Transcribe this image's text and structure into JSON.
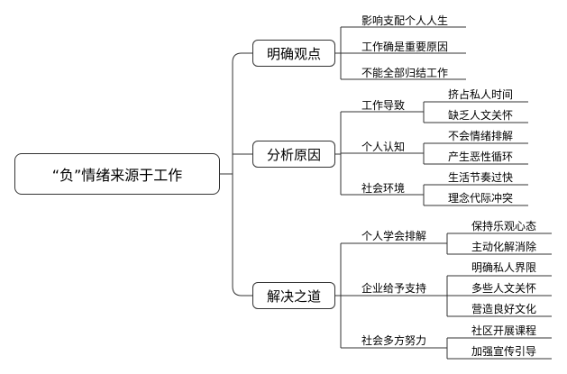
{
  "root": "“负”情绪来源于工作",
  "branches": [
    {
      "title": "明确观点",
      "leaves": [
        "影响支配个人人生",
        "工作确是重要原因",
        "不能全部归结工作"
      ]
    },
    {
      "title": "分析原因",
      "groups": [
        {
          "label": "工作导致",
          "leaves": [
            "挤占私人时间",
            "缺乏人文关怀"
          ]
        },
        {
          "label": "个人认知",
          "leaves": [
            "不会情绪排解",
            "产生恶性循环"
          ]
        },
        {
          "label": "社会环境",
          "leaves": [
            "生活节奏过快",
            "理念代际冲突"
          ]
        }
      ]
    },
    {
      "title": "解决之道",
      "groups": [
        {
          "label": "个人学会排解",
          "leaves": [
            "保持乐观心态",
            "主动化解消除"
          ]
        },
        {
          "label": "企业给予支持",
          "leaves": [
            "明确私人界限",
            "多些人文关怀",
            "营造良好文化"
          ]
        },
        {
          "label": "社会多方努力",
          "leaves": [
            "社区开展课程",
            "加强宣传引导"
          ]
        }
      ]
    }
  ]
}
